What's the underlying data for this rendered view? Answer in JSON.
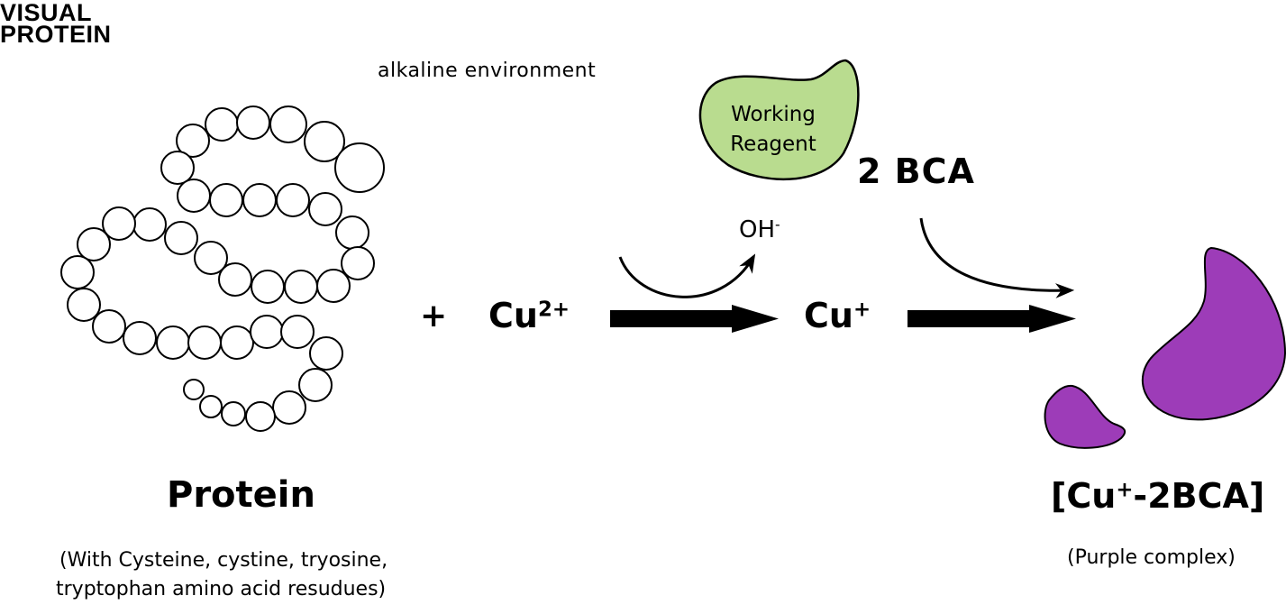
{
  "logo": {
    "line1": "VISUAL",
    "line2": "PROTEIN"
  },
  "condition_label": "alkaline environment",
  "reagent": {
    "line1": "Working",
    "line2": "Reagent",
    "color": "#b9dc8f"
  },
  "bca_label": "2 BCA",
  "plus_sign": "+",
  "copper_ii": {
    "base": "Cu",
    "charge": "2+"
  },
  "hydroxide": {
    "base": "OH",
    "charge": "-"
  },
  "copper_i": {
    "base": "Cu",
    "charge": "+"
  },
  "protein": {
    "title": "Protein",
    "note_line1": "(With Cysteine, cystine, tryosine,",
    "note_line2": "tryptophan amino acid resudues)"
  },
  "product": {
    "prefix": "[Cu",
    "charge": "+",
    "suffix": "-2BCA]",
    "note": "(Purple complex)",
    "color": "#9d3cb8"
  }
}
